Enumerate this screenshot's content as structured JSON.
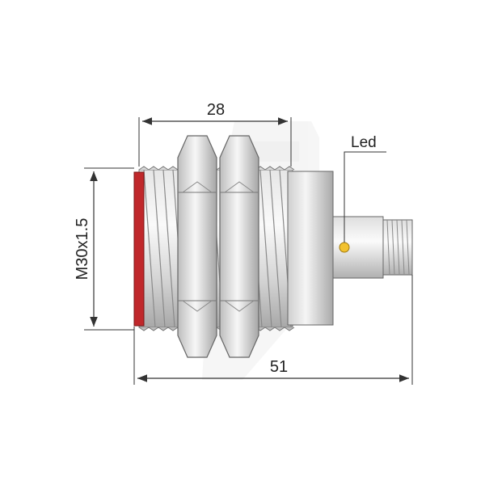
{
  "drawing": {
    "dim_top_length": "28",
    "dim_total_length": "51",
    "dim_thread": "M30x1.5",
    "led_label": "Led"
  },
  "colors": {
    "sensing_face": "#c0282b",
    "metal_light": "#f2f2f2",
    "metal_mid": "#cfcfcf",
    "metal_dark": "#9a9a9a",
    "outline": "#555555",
    "dimension_line": "#333333",
    "led": "#f2c230",
    "watermark": "#ececec"
  }
}
